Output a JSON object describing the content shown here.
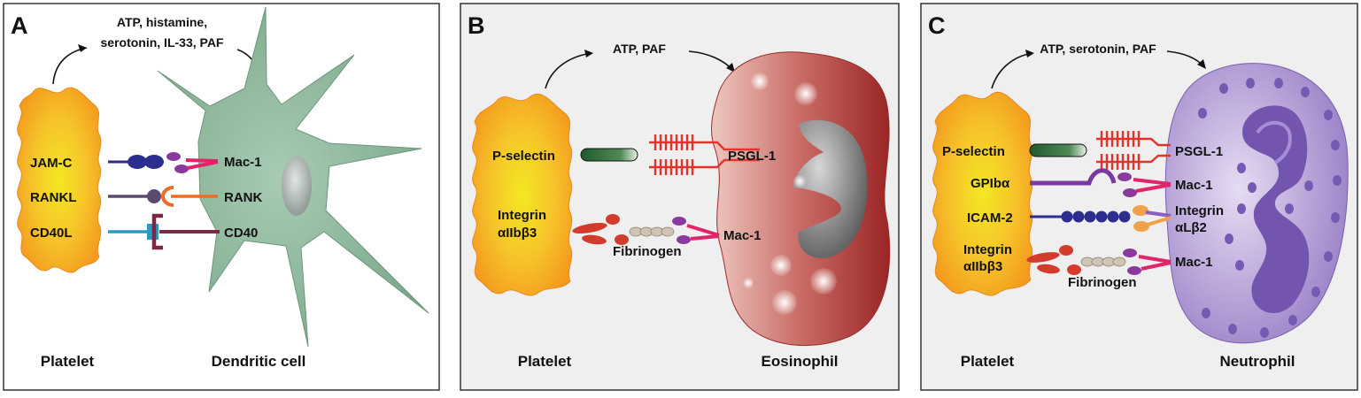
{
  "panels": {
    "a": {
      "letter": "A",
      "mediators": [
        "ATP, histamine,",
        "serotonin, IL-33, PAF"
      ],
      "left_caption": "Platelet",
      "right_caption": "Dendritic cell",
      "platelet_labels": [
        "JAM-C",
        "RANKL",
        "CD40L"
      ],
      "cell_labels": [
        "Mac-1",
        "RANK",
        "CD40"
      ]
    },
    "b": {
      "letter": "B",
      "mediators": "ATP, PAF",
      "left_caption": "Platelet",
      "right_caption": "Eosinophil",
      "platelet_labels": [
        "P-selectin",
        "Integrin",
        "αIIbβ3"
      ],
      "cell_labels": [
        "PSGL-1",
        "Mac-1"
      ],
      "bridge_label": "Fibrinogen"
    },
    "c": {
      "letter": "C",
      "mediators": "ATP, serotonin, PAF",
      "left_caption": "Platelet",
      "right_caption": "Neutrophil",
      "platelet_labels": [
        "P-selectin",
        "GPIbα",
        "ICAM-2",
        "Integrin",
        "αIIbβ3"
      ],
      "cell_labels": [
        "PSGL-1",
        "Mac-1",
        "Integrin",
        "αLβ2",
        "Mac-1"
      ],
      "bridge_label": "Fibrinogen"
    }
  },
  "colors": {
    "panel_a_background": "#ffffff",
    "panel_bc_background": "#efefef",
    "panel_border": "#333333",
    "platelet_center": "#f3e823",
    "platelet_edge": "#f39a1e",
    "dendritic_cell": "#8fb89d",
    "eosinophil": "#c76a65",
    "neutrophil": "#a891cf",
    "nucleus_grey": "#7b7b7b",
    "neutrophil_nucleus": "#7355b0",
    "selectin_green": "#2c6b39",
    "psgl_red": "#e2342c",
    "mac1_pink": "#e3246b",
    "mac1_purple": "#8a3a9e",
    "jamc_blue": "#2b2e8f",
    "rank_orange": "#ef6a22",
    "cd40_maroon": "#7b2745",
    "cd40l_cyan": "#2a9ac1",
    "integrin_red": "#d33b2c"
  }
}
